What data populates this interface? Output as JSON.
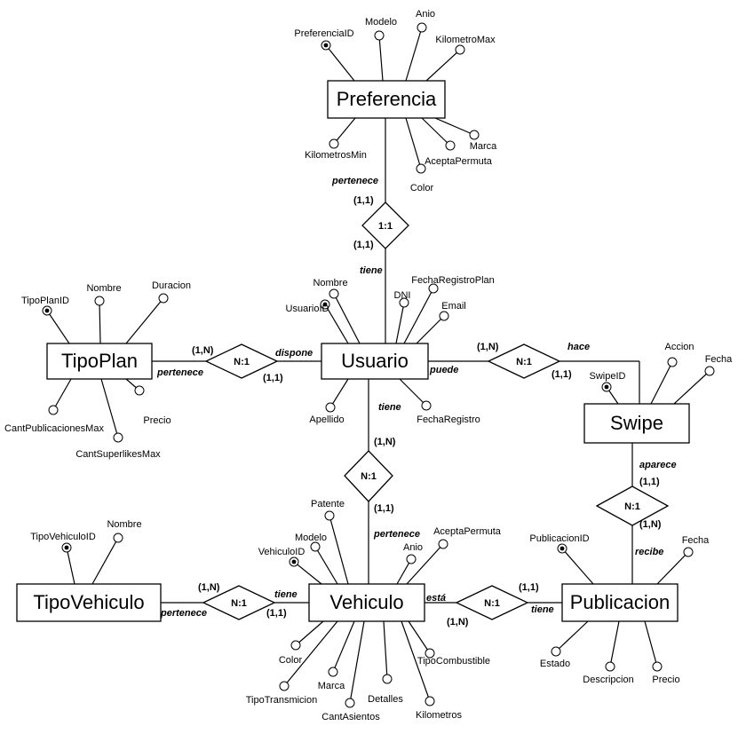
{
  "entities": {
    "preferencia": "Preferencia",
    "usuario": "Usuario",
    "tipoplan": "TipoPlan",
    "swipe": "Swipe",
    "vehiculo": "Vehiculo",
    "tipovehiculo": "TipoVehiculo",
    "publicacion": "Publicacion"
  },
  "relationships": {
    "pref_user": "1:1",
    "plan_user": "N:1",
    "user_swipe": "N:1",
    "user_vehiculo": "N:1",
    "swipe_pub": "N:1",
    "tipo_vehiculo": "N:1",
    "vehiculo_pub": "N:1"
  },
  "attributes": {
    "preferencia": [
      "PreferenciaID",
      "Modelo",
      "Anio",
      "KilometroMax",
      "KilometrosMin",
      "Color",
      "AceptaPermuta",
      "Marca"
    ],
    "usuario": [
      "Nombre",
      "UsuarioID",
      "DNI",
      "FechaRegistroPlan",
      "Email",
      "Apellido",
      "FechaRegistro"
    ],
    "tipoplan": [
      "TipoPlanID",
      "Nombre",
      "Duracion",
      "CantPublicacionesMax",
      "CantSuperlikesMax",
      "Precio"
    ],
    "swipe": [
      "SwipeID",
      "Accion",
      "Fecha"
    ],
    "vehiculo": [
      "Patente",
      "Modelo",
      "VehiculoID",
      "Anio",
      "AceptaPermuta",
      "Color",
      "TipoTransmicion",
      "Marca",
      "CantAsientos",
      "Detalles",
      "Kilometros",
      "TipoCombustible"
    ],
    "tipovehiculo": [
      "TipoVehiculoID",
      "Nombre"
    ],
    "publicacion": [
      "PublicacionID",
      "Fecha",
      "Estado",
      "Descripcion",
      "Precio"
    ]
  },
  "roles": {
    "pertenece": "pertenece",
    "tiene": "tiene",
    "dispone": "dispone",
    "hace": "hace",
    "puede": "puede",
    "aparece": "aparece",
    "recibe": "recibe",
    "esta": "está"
  },
  "cardinalities": {
    "one_one": "(1,1)",
    "one_n": "(1,N)"
  }
}
